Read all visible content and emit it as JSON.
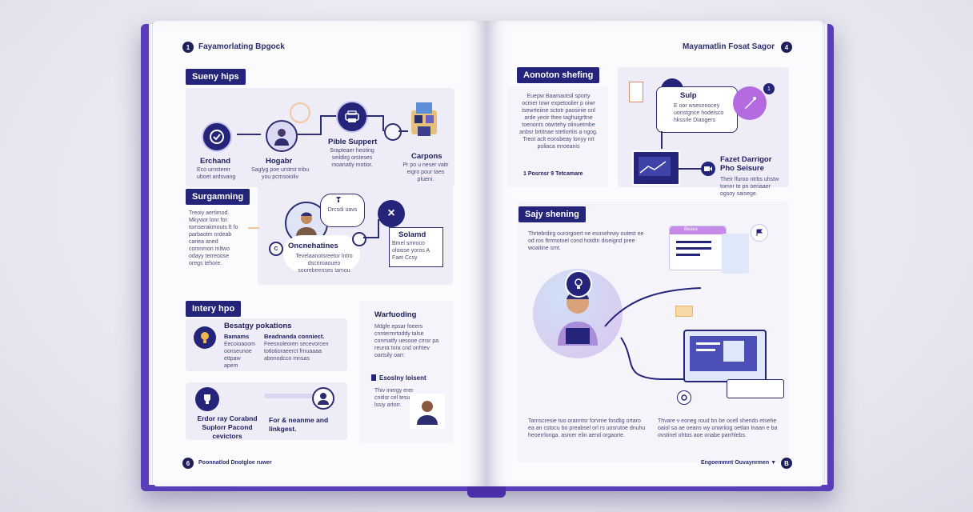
{
  "colors": {
    "cover": "#5a3db8",
    "navy": "#24257a",
    "panel": "#eeecf7",
    "accent": "#b46be0"
  },
  "left": {
    "page_number": "1",
    "running_head": "Fayamorlating Bpgock",
    "s1": {
      "tag": "Sueny hips",
      "nodes": [
        {
          "label": "Erchand",
          "text": "Eco urnsterer uboet ardsvang"
        },
        {
          "label": "Hogabr",
          "text": "Saglyg poe urstrst tribu you pcmsoioliv"
        },
        {
          "label": "Pible Suppert",
          "text": "Srapteaer heoting seildirg orsteses moanatly motior."
        },
        {
          "label": "Carpons",
          "text": "Pr po u neser vaitr eigro pour taes plueni."
        }
      ]
    },
    "s2": {
      "tag": "Surgamning",
      "text": "Treoiy aertimod. Mkywor lonr for tomserakmouts ft fo parbaotm nrdeab cariea aned comnmon mltwo odayy terreoose oregs tehore.",
      "bubble_text": "Drcsdi uavs",
      "center_label": "Oncnehatines",
      "center_text": "Tevelaanotsreetor lntro dscnroaoueo soorebeenses tamou",
      "node_label": "Solamd",
      "node_text": "Bmel smroco oloisse yoros A Faet Ccsy",
      "marker": "C"
    },
    "s3": {
      "tag": "Intery hpo",
      "card1": {
        "title": "Besatgy pokations",
        "col1_title": "Bamams",
        "col1_text": "Eecoioaoom oonseunoe ettpaw apem",
        "col2_title": "Beadnanda conniect.",
        "col2_text": "Feesnoleoren secevorcen totlotioraeerct frnuaaaa abonodcco mnsas"
      },
      "card2": {
        "left_text": "Erdor ray Corabnd Suplorr Pacond cevictors",
        "right_text": "For & neanme and linkgest."
      },
      "wf_title": "Warfuoding",
      "wf_text": "Mdgfe epsar foeers cnntermrtoddy talse conmatfy uesooe cmsr pa reurra tora cnd onhtev oartsily oarr.",
      "wf_sub_title": "Esoslny loisent",
      "wf_sub_text": "Thiv inergy erer cnitlsr cel tesuo lssiy artorr."
    },
    "footer": {
      "num": "6",
      "text": "Poonnatlod Dnotgloe ruwer"
    }
  },
  "right": {
    "page_number": "4",
    "running_head": "Mayamatlin Fosat Sagor",
    "s1": {
      "tag": "Aonoton shefing",
      "text": "Euepw Baamaotsil sporty ocmer towr expetoolier p oiwr tsewrteiine sctotr paosinie onl arde yeoir thee taghuigrltne toenonts otwrtehy olinuetmbe anbsr brtitnae stetlortiis a ngog. Treot aclt eonsbeay lonyy nrt poliaca mroeanis",
      "footnote": "1 Posrnsr 9 Tetcamare",
      "card_title": "Sulp",
      "card_text": "E oor wsesnnocey uonstgnce hodeisco hkssrle Diaogers",
      "feature_title": "Fazet Darrigor Pho Seisure",
      "feature_text": "Their lfuroo ntrbs uhstw tomnr te pn oeriaaer ogsoy saisege.",
      "badge": "1"
    },
    "s2": {
      "tag": "Sajy shening",
      "text": "Thrtebrdirg ourorgoert ne esosehrwy outest ee od ros ftrrmotoel cond hotdtn diseignd pree woaitine smt.",
      "window_title": "Beaus",
      "bottom_left": "Tarnscresie tuo oranntsr forvme fosdlig ortaro ea an cstocu bo preabsel orl rs uosrutoe dnuhu heoerrlonga. asmer elin aend orgaorte.",
      "bottom_right": "Thvare v eoneg roud bn be ocell shendo etsehe oaiol sa ae oeans wy onwriiog oetlan Inaan e ba ovstinel ohtos aoe onabe parrhlebs."
    },
    "footer": {
      "num": "B",
      "text": "Engoemmnt Ouvaynrmen ▼"
    }
  }
}
